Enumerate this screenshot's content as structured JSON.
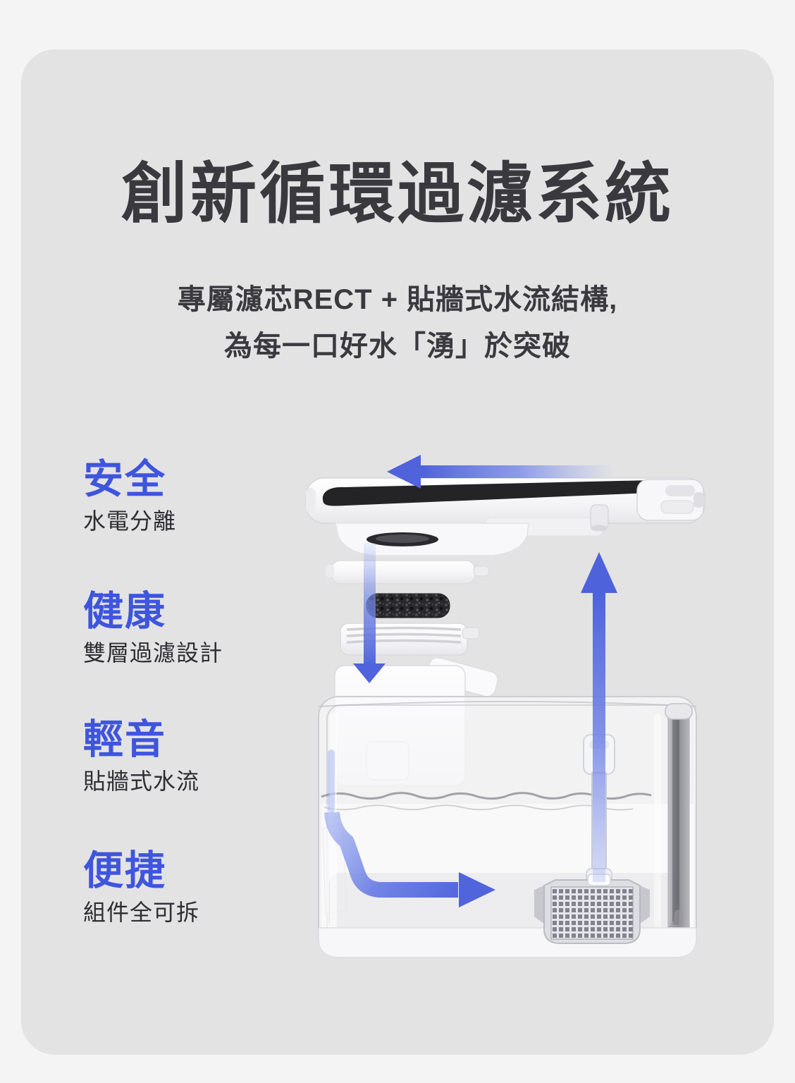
{
  "page": {
    "outer_background": "#f5f4f5",
    "card_background": "#e4e3e4"
  },
  "header": {
    "title": "創新循環過濾系統",
    "subtitle_line1": "專屬濾芯RECT + 貼牆式水流結構,",
    "subtitle_line2": "為每一口好水「湧」於突破"
  },
  "features": [
    {
      "title": "安全",
      "desc": "水電分離"
    },
    {
      "title": "健康",
      "desc": "雙層過濾設計"
    },
    {
      "title": "輕音",
      "desc": "貼牆式水流"
    },
    {
      "title": "便捷",
      "desc": "組件全可拆"
    }
  ],
  "colors": {
    "feature_accent_blue": "#3e55de",
    "arrow_blue": "#5063db",
    "heading_text": "#3a3a3e",
    "body_text": "#2e2e32"
  },
  "diagram": {
    "parts": [
      "top-tray-lid",
      "filter-cover",
      "carbon-filter-sponge",
      "filter-tray",
      "pump-housing",
      "water-tank",
      "riser-tube",
      "pump-filter-basket",
      "outlet-tube"
    ],
    "flow_arrows": [
      "flow-left-across-lid",
      "flow-down-through-filter",
      "flow-along-bottom",
      "flow-up-riser"
    ]
  }
}
